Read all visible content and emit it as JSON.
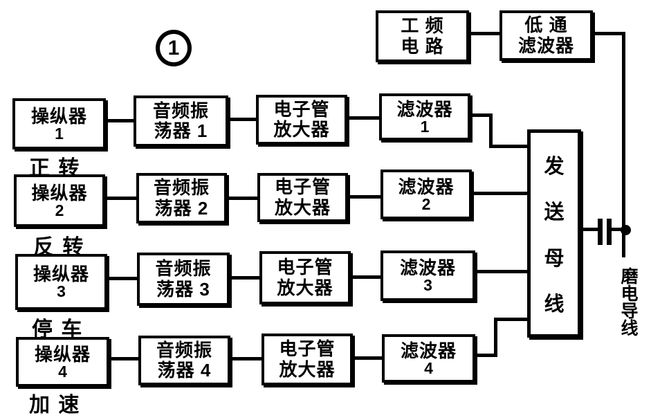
{
  "diagram": {
    "circle_label": "1",
    "top": {
      "power": {
        "line1": "工 频",
        "line2": "电 路"
      },
      "lowpass": {
        "line1": "低 通",
        "line2": "滤波器"
      }
    },
    "rows": [
      {
        "controller_line1": "操纵器",
        "controller_num": "1",
        "function_label": "正 转",
        "osc_line1": "音频振",
        "osc_line2": "荡器 1",
        "amp_line1": "电子管",
        "amp_line2": "放大器",
        "filter_line1": "滤波器",
        "filter_num": "1"
      },
      {
        "controller_line1": "操纵器",
        "controller_num": "2",
        "function_label": "反 转",
        "osc_line1": "音频振",
        "osc_line2": "荡器 2",
        "amp_line1": "电子管",
        "amp_line2": "放大器",
        "filter_line1": "滤波器",
        "filter_num": "2"
      },
      {
        "controller_line1": "操纵器",
        "controller_num": "3",
        "function_label": "停 车",
        "osc_line1": "音频振",
        "osc_line2": "荡器 3",
        "amp_line1": "电子管",
        "amp_line2": "放大器",
        "filter_line1": "滤波器",
        "filter_num": "3"
      },
      {
        "controller_line1": "操纵器",
        "controller_num": "4",
        "function_label": "加 速",
        "osc_line1": "音频振",
        "osc_line2": "荡器 4",
        "amp_line1": "电子管",
        "amp_line2": "放大器",
        "filter_line1": "滤波器",
        "filter_num": "4"
      }
    ],
    "bus": {
      "chars": [
        "发",
        "送",
        "母",
        "线"
      ]
    },
    "wire": {
      "chars": [
        "磨",
        "电",
        "导",
        "线"
      ]
    }
  },
  "colors": {
    "ink": "#000000",
    "paper": "#ffffff"
  }
}
